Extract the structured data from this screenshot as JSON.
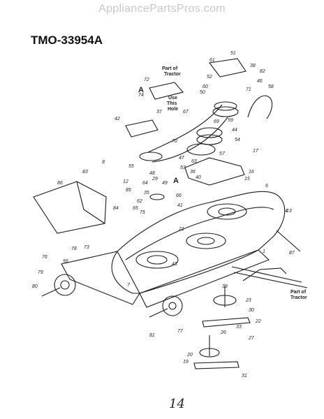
{
  "watermark": "AppliancePartsPros.com",
  "model": "TMO-33954A",
  "page_number": "14",
  "callouts": {
    "part_of_tractor_top": [
      "Part of",
      "Tractor"
    ],
    "use_this_hole": [
      "Use",
      "This",
      "Hole"
    ],
    "part_of_tractor_right": [
      "Part of",
      "Tractor"
    ],
    "ref_a_left": "A",
    "ref_a_mid": "A"
  },
  "part_labels": [
    "1",
    "4",
    "6",
    "7",
    "8",
    "12",
    "13",
    "15",
    "16",
    "17",
    "19",
    "20",
    "21",
    "22",
    "23",
    "26",
    "27",
    "29",
    "30",
    "31",
    "33",
    "35",
    "36",
    "37",
    "38",
    "39",
    "40",
    "41",
    "42",
    "43",
    "44",
    "46",
    "47",
    "48",
    "49",
    "50",
    "51",
    "52",
    "53",
    "54",
    "55",
    "56",
    "57",
    "58",
    "59",
    "60",
    "61",
    "62",
    "63",
    "64",
    "65",
    "66",
    "67",
    "69",
    "70",
    "71",
    "72",
    "73",
    "74",
    "75",
    "76",
    "77",
    "78",
    "79",
    "80",
    "81",
    "82",
    "83",
    "84",
    "85",
    "86",
    "87"
  ]
}
